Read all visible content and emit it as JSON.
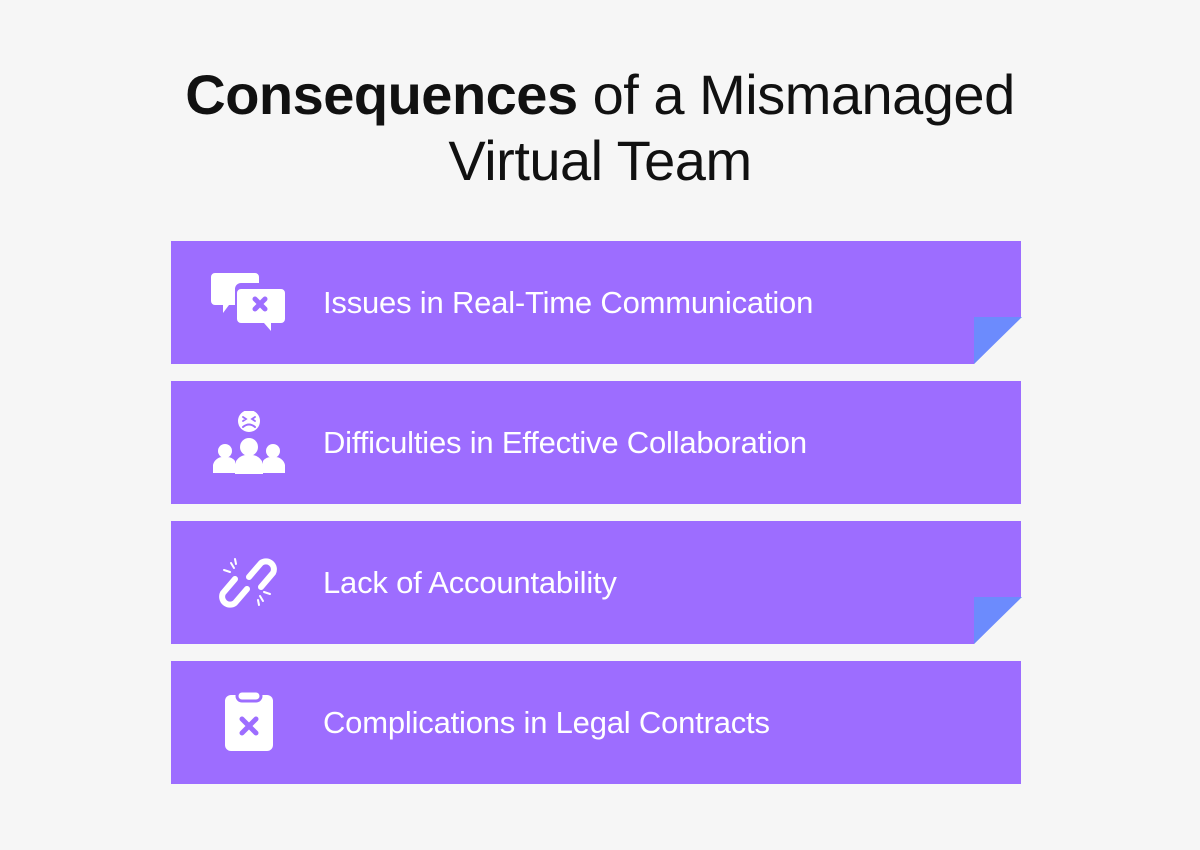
{
  "title": {
    "bold": "Consequences",
    "line1_rest": " of a Mismanaged",
    "line2": "Virtual Team"
  },
  "colors": {
    "background": "#f6f6f6",
    "card": "#9d6dff",
    "fold": "#6c8bfd",
    "text_dark": "#111111",
    "text_light": "#ffffff"
  },
  "items": [
    {
      "label": "Issues in Real-Time Communication",
      "icon": "chat-bubbles-x-icon",
      "folded": true
    },
    {
      "label": "Difficulties in Effective Collaboration",
      "icon": "frustrated-team-icon",
      "folded": false
    },
    {
      "label": "Lack of Accountability",
      "icon": "broken-link-icon",
      "folded": true
    },
    {
      "label": "Complications in Legal Contracts",
      "icon": "clipboard-x-icon",
      "folded": false
    }
  ]
}
